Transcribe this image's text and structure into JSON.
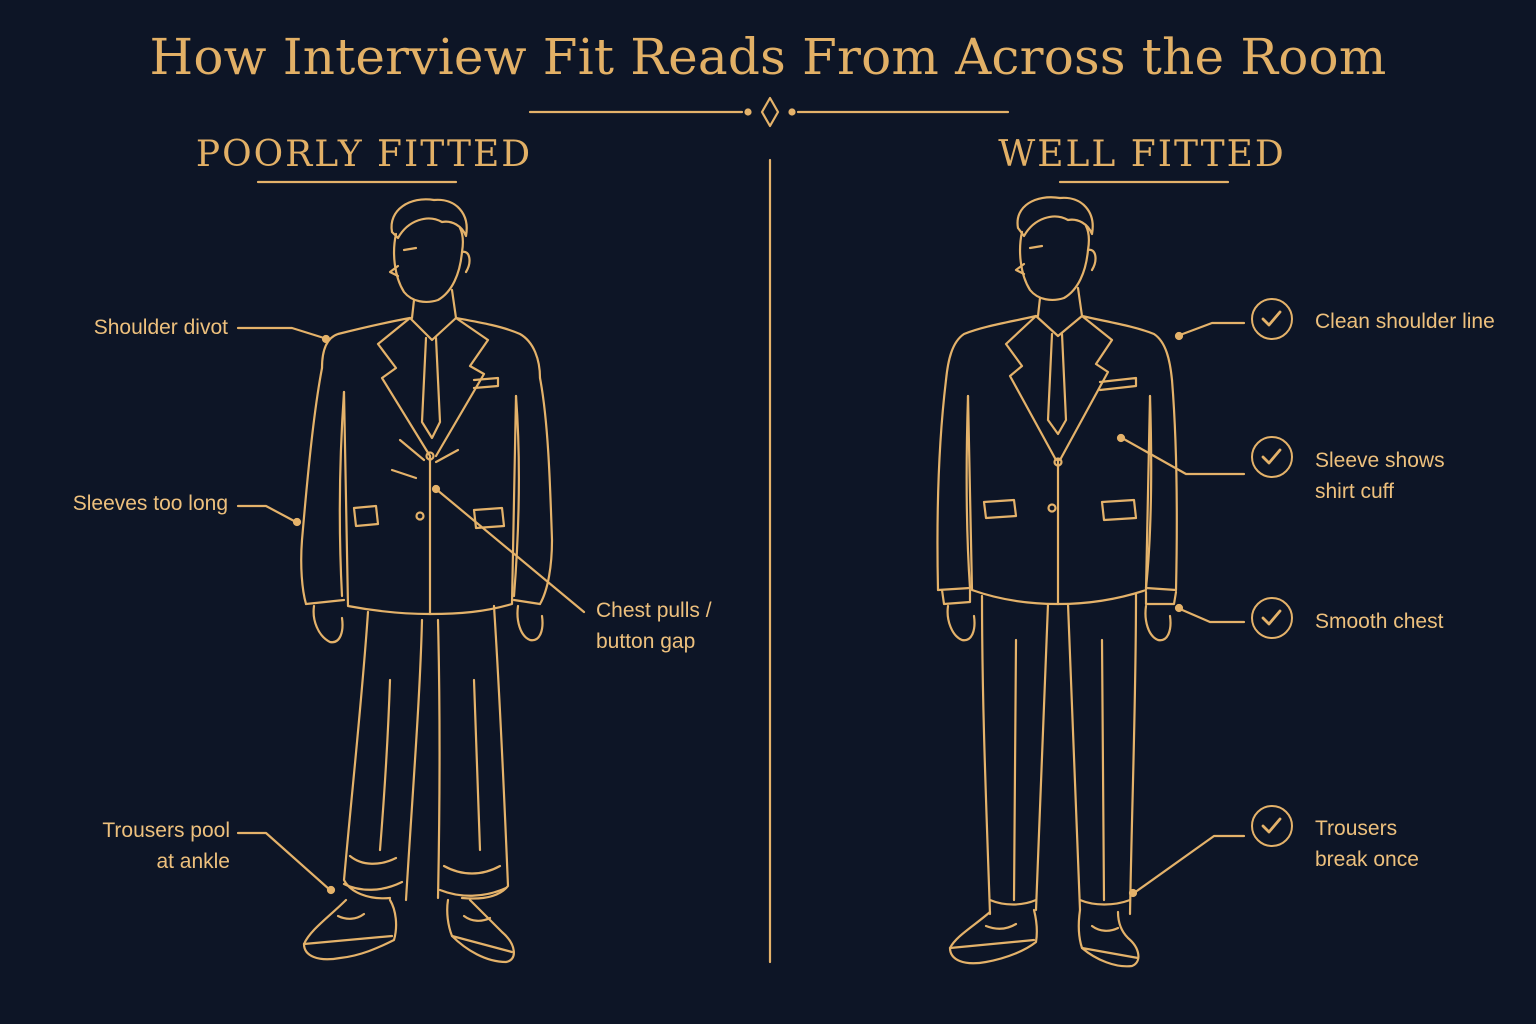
{
  "title": "How Interview Fit Reads From Across the Room",
  "panels": {
    "poor": {
      "heading": "POORLY FITTED",
      "callouts": [
        {
          "lines": [
            "Shoulder divot"
          ]
        },
        {
          "lines": [
            "Sleeves too long"
          ]
        },
        {
          "lines": [
            "Chest pulls /",
            "button gap"
          ]
        },
        {
          "lines": [
            "Trousers pool",
            "at ankle"
          ]
        }
      ]
    },
    "well": {
      "heading": "WELL FITTED",
      "callouts": [
        {
          "lines": [
            "Clean shoulder line"
          ],
          "icon": "check-circle-icon"
        },
        {
          "lines": [
            "Sleeve shows",
            "shirt cuff"
          ],
          "icon": "check-circle-icon"
        },
        {
          "lines": [
            "Smooth chest"
          ],
          "icon": "check-circle-icon"
        },
        {
          "lines": [
            "Trousers",
            "break once"
          ],
          "icon": "check-circle-icon"
        }
      ]
    }
  },
  "colors": {
    "background": "#0d1526",
    "gold": "#e4b26a",
    "label": "#edc07d"
  }
}
